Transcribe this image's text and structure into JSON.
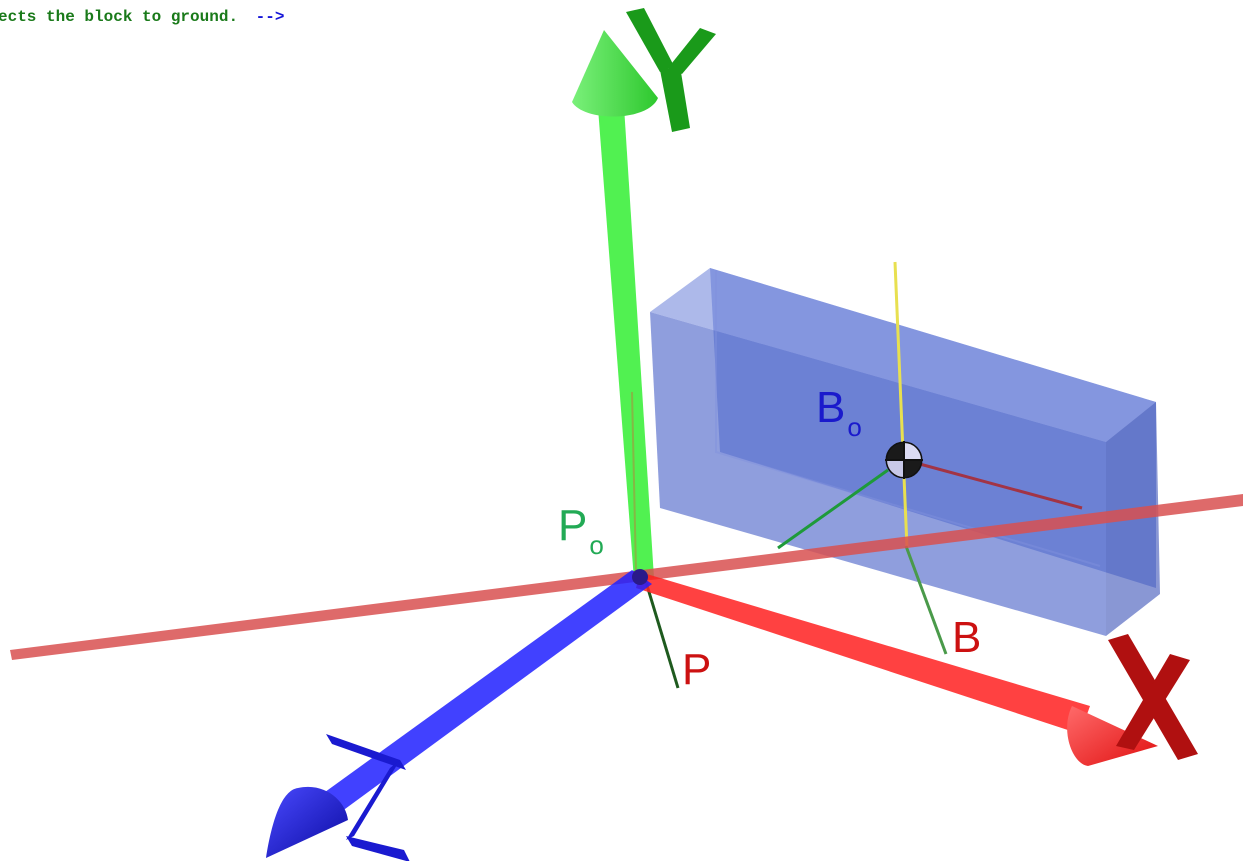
{
  "caption": {
    "text": "ects the block to ground.",
    "comment_close": "-->",
    "text_color": "#1a7a1a",
    "comment_color": "#1515d8"
  },
  "axes": {
    "x": {
      "label": "X",
      "color": "#ff2020",
      "label_color": "#b01010"
    },
    "y": {
      "label": "Y",
      "color": "#33ee33",
      "label_color": "#1a9a1a"
    },
    "z": {
      "label": "Z",
      "color": "#2020ff",
      "label_color": "#1818c8"
    }
  },
  "block": {
    "color": "#4a63c8"
  },
  "points": {
    "po": {
      "base": "P",
      "sub": "o",
      "color": "#22aa55"
    },
    "p": {
      "base": "P",
      "sub": "",
      "color": "#cc1111"
    },
    "bo": {
      "base": "B",
      "sub": "o",
      "color": "#1a1acc"
    },
    "b": {
      "base": "B",
      "sub": "",
      "color": "#cc1111"
    }
  },
  "icons": {
    "center_of_mass": "center-of-mass-icon"
  }
}
